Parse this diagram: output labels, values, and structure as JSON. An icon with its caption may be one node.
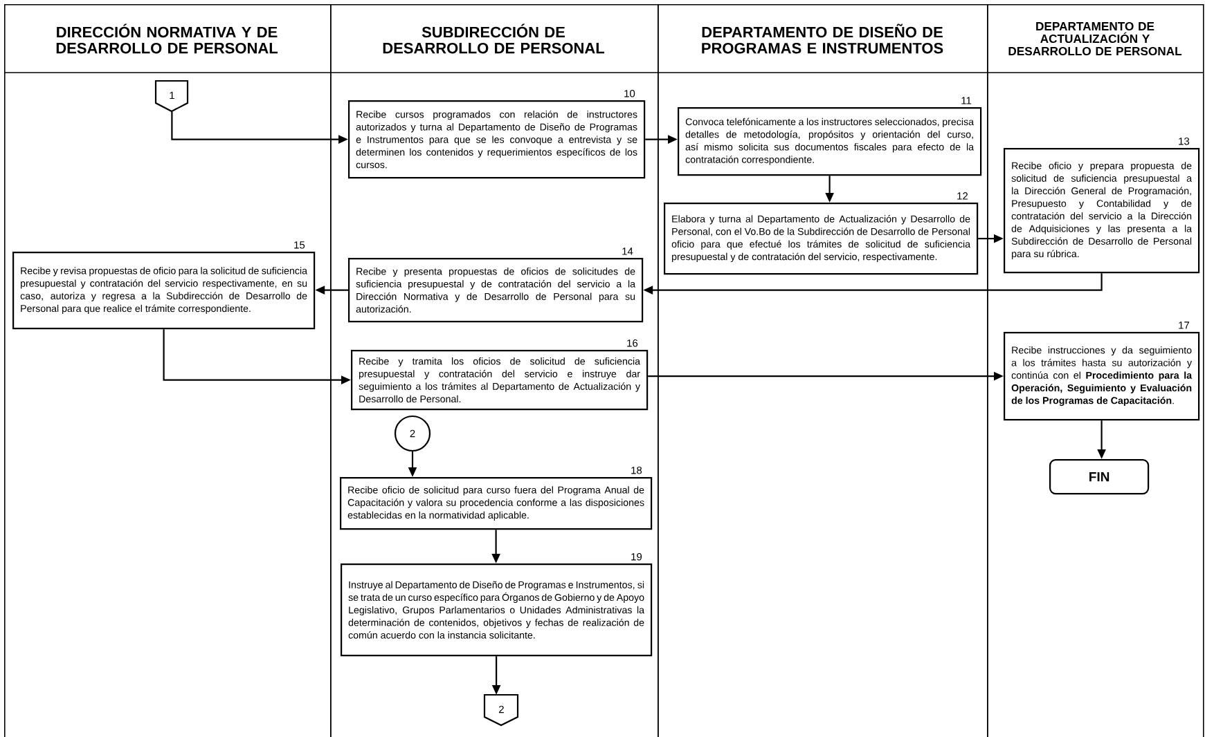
{
  "diagram": {
    "nodes": [
      {
        "text": [
          "DIRECCIÓN NORMATIVA Y DE DESARROLLO DE PERSONAL"
        ]
      },
      {
        "text": [
          "SUBDIRECCIÓN DE DESARROLLO DE PERSONAL"
        ]
      },
      {
        "text": [
          "DEPARTAMENTO DE DISEÑO DE PROGRAMAS E INSTRUMENTOS"
        ]
      },
      {
        "text": [
          "DEPARTAMENTO DE ACTUALIZACIÓN Y DESARROLLO DE PERSONAL"
        ]
      },
      {
        "text": [
          "1"
        ],
        "in": 0
      },
      {
        "text": [
          "Recibe cursos programados con relación de instructores autorizados y turna al Departamento de Diseño de Programas e Instrumentos para que se les convoque a entrevista y se determinen los contenidos y requerimientos específicos de los cursos."
        ],
        "in": 1,
        "beside": [
          "10"
        ]
      },
      {
        "text": [
          "Convoca telefónicamente a los instructores seleccionados, precisa detalles de metodología, propósitos y orientación del curso, así mismo solicita sus documentos fiscales para efecto de la contratación correspondiente."
        ],
        "in": 2,
        "beside": [
          "11"
        ]
      },
      {
        "text": [
          "Elabora y turna al Departamento de Actualización y Desarrollo de Personal, con el Vo.Bo de la Subdirección de Desarrollo de Personal oficio para que efectué los trámites de solicitud de suficiencia presupuestal y de contratación del servicio, respectivamente."
        ],
        "in": 2,
        "beside": [
          "12"
        ]
      },
      {
        "text": [
          "Recibe oficio y prepara propuesta de solicitud de suficiencia presupuestal a la Dirección General de Programación, Presupuesto y Contabilidad y de contratación del servicio a la Dirección de Adquisiciones y las presenta a la Subdirección de Desarrollo de Personal para su rúbrica."
        ],
        "in": 3,
        "beside": [
          "13"
        ]
      },
      {
        "text": [
          "Recibe y presenta propuestas de oficios de solicitudes de suficiencia presupuestal y de contratación del servicio a la Dirección Normativa y de Desarrollo de Personal para su autorización."
        ],
        "in": 1,
        "beside": [
          "14"
        ]
      },
      {
        "text": [
          "Recibe y revisa propuestas de oficio para la solicitud de suficiencia presupuestal y contratación del servicio respectivamente, en su caso, autoriza y regresa a la Subdirección de Desarrollo de Personal para que realice el trámite correspondiente."
        ],
        "in": 0,
        "beside": [
          "15"
        ]
      },
      {
        "text": [
          "Recibe y tramita los oficios de solicitud de suficiencia presupuestal y contratación del servicio e instruye dar seguimiento a los trámites al Departamento de Actualización y Desarrollo de Personal."
        ],
        "in": 1,
        "beside": [
          "16"
        ]
      },
      {
        "text": [
          "Recibe instrucciones y da seguimiento a los trámites hasta su autorización y continúa con el **Procedimiento para la Operación, Seguimiento y Evaluación de los Programas de Capacitación**."
        ],
        "in": 3,
        "beside": [
          "17"
        ]
      },
      {
        "text": [
          "FIN"
        ],
        "in": 3
      },
      {
        "text": [
          "2"
        ],
        "in": 1
      },
      {
        "text": [
          "Recibe oficio de solicitud para curso fuera del Programa Anual de Capacitación y valora su procedencia conforme a las disposiciones establecidas en la normatividad aplicable."
        ],
        "in": 1,
        "beside": [
          "18"
        ]
      },
      {
        "text": [
          "Instruye al Departamento de Diseño de Programas e Instrumentos, si se trata de un curso específico para Órganos de Gobierno y de Apoyo Legislativo, Grupos Parlamentarios o Unidades Administrativas la determinación de contenidos, objetivos y fechas de realización de común acuerdo con la instancia solicitante."
        ],
        "in": 1,
        "beside": [
          "19"
        ]
      },
      {
        "text": [
          "2"
        ],
        "in": 1
      }
    ],
    "edges": [
      {
        "from": 4,
        "to": 5,
        "arrow": "to"
      },
      {
        "from": 5,
        "to": 6,
        "arrow": "to"
      },
      {
        "from": 6,
        "to": 7,
        "arrow": "to"
      },
      {
        "from": 7,
        "to": 8,
        "arrow": "to"
      },
      {
        "from": 8,
        "to": 9,
        "arrow": "to"
      },
      {
        "from": 9,
        "to": 10,
        "arrow": "to"
      },
      {
        "from": 10,
        "to": 11,
        "arrow": "to"
      },
      {
        "from": 11,
        "to": 12,
        "arrow": "to"
      },
      {
        "from": 12,
        "to": 13,
        "arrow": "to"
      },
      {
        "from": 14,
        "to": 15,
        "arrow": "to"
      },
      {
        "from": 15,
        "to": 16,
        "arrow": "to"
      },
      {
        "from": 16,
        "to": 17,
        "arrow": "to"
      }
    ]
  }
}
